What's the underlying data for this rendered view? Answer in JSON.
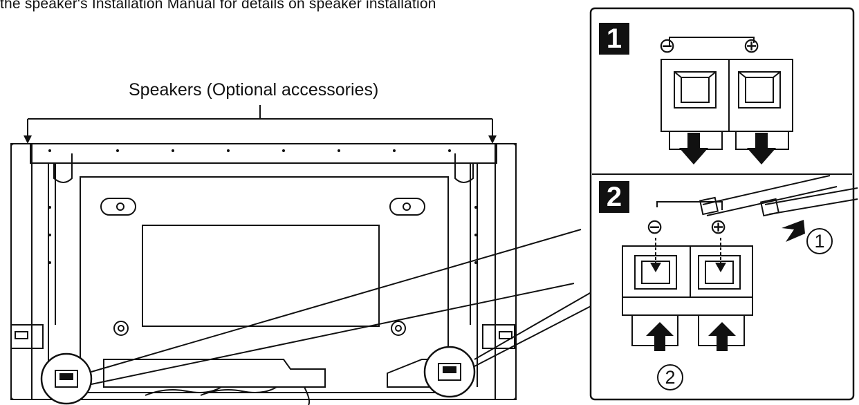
{
  "header": {
    "text": "the speaker's Installation Manual for details on speaker installation"
  },
  "main_drawing": {
    "label": "Speakers (Optional accessories)"
  },
  "detail_panel": {
    "step1": {
      "number": "1",
      "minus": "⊖",
      "plus": "⊕"
    },
    "step2": {
      "number": "2",
      "minus": "⊖",
      "plus": "⊕",
      "callout_1": "1",
      "callout_2": "2"
    }
  }
}
